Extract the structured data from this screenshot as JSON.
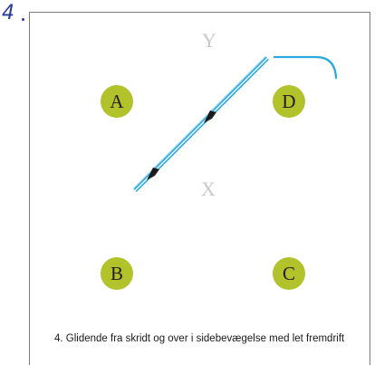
{
  "figure_number": "4",
  "cones": {
    "top": "Y",
    "center": "X"
  },
  "markers": [
    "A",
    "D",
    "B",
    "C"
  ],
  "caption": "4. Glidende fra skridt og over i sidebevægelse med let fremdrift",
  "colors": {
    "marker_fill": "#b2c22a",
    "track_stripe": "#2aa8e0",
    "cone_label": "#c8c8c8",
    "frame": "#7a7a7a",
    "handwriting": "#2a3b9a"
  }
}
